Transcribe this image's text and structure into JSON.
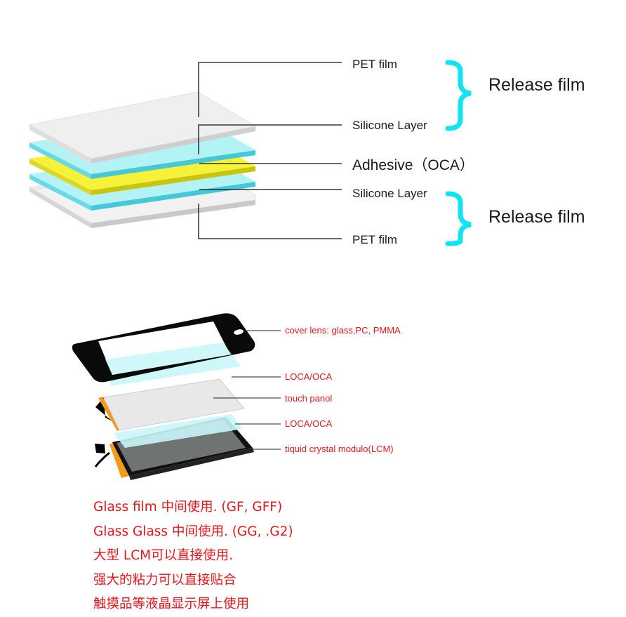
{
  "top_diagram": {
    "labels": {
      "pet_film_top": "PET film",
      "silicone_top": "Silicone Layer",
      "adhesive": "Adhesive（OCA）",
      "silicone_bottom": "Silicone Layer",
      "pet_film_bottom": "PET film"
    },
    "release_top": "Release film",
    "release_bottom": "Release film"
  },
  "bottom_diagram": {
    "labels": {
      "cover_lens": "cover lens: glass,PC, PMMA",
      "loca_oca_1": "LOCA/OCA",
      "touch_panol": "touch panol",
      "loca_oca_2": "LOCA/OCA",
      "lcm": "tiquid crystal modulo(LCM)"
    }
  },
  "notes": [
    "Glass film  中间使用. (GF, GFF)",
    "Glass  Glass  中间使用. (GG, .G2)",
    "大型 LCM可以直接使用.",
    "强大的粘力可以直接贴合",
    "触摸品等液晶显示屏上使用"
  ],
  "colors": {
    "pet": "#eeeeee",
    "pet_side": "#d5d5d5",
    "silicone": "#aef3f6",
    "silicone_side": "#5fd7e3",
    "adhesive": "#f5f231",
    "adhesive_side": "#d3cf18",
    "brace": "#12e3f3",
    "red_text": "#e8161b",
    "frame": "#111111",
    "lcm": "#6f7371",
    "flex": "#f49a1b"
  }
}
